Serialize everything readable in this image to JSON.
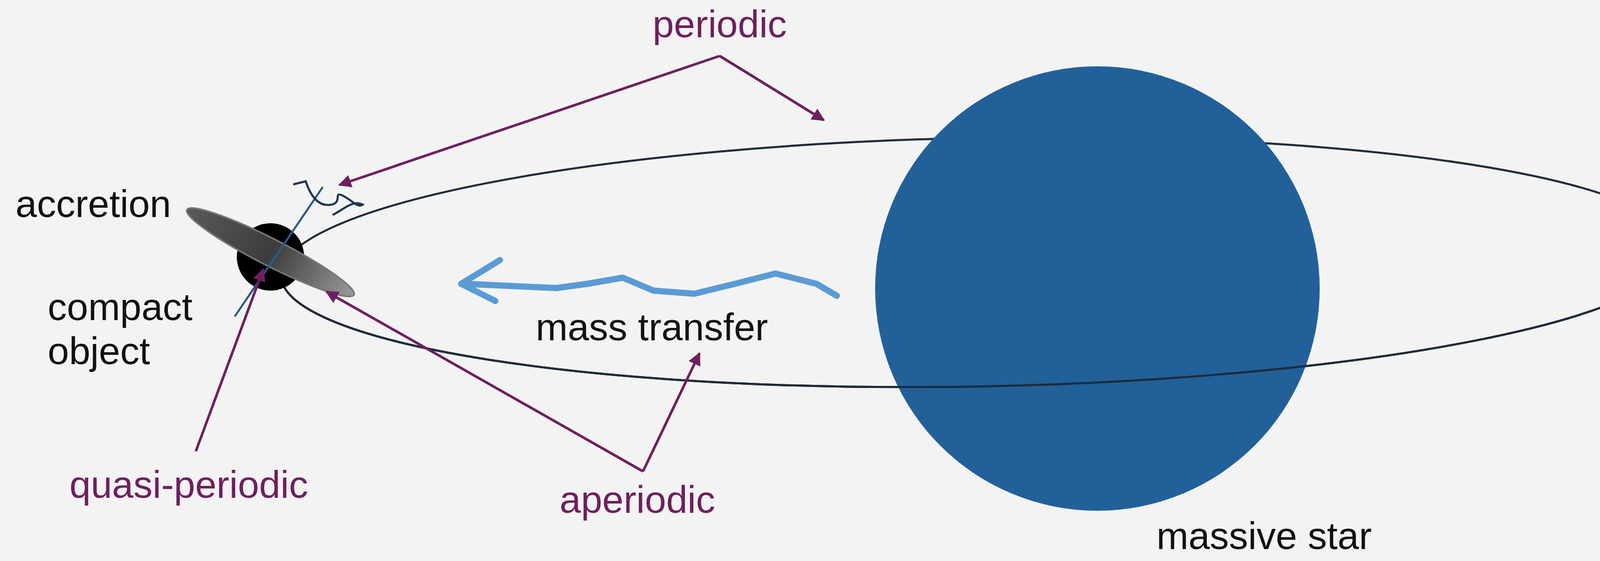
{
  "diagram": {
    "labels": [
      "periodic",
      "accretion",
      "compact object",
      "mass transfer",
      "quasi-periodic",
      "aperiodic",
      "massive star"
    ]
  }
}
